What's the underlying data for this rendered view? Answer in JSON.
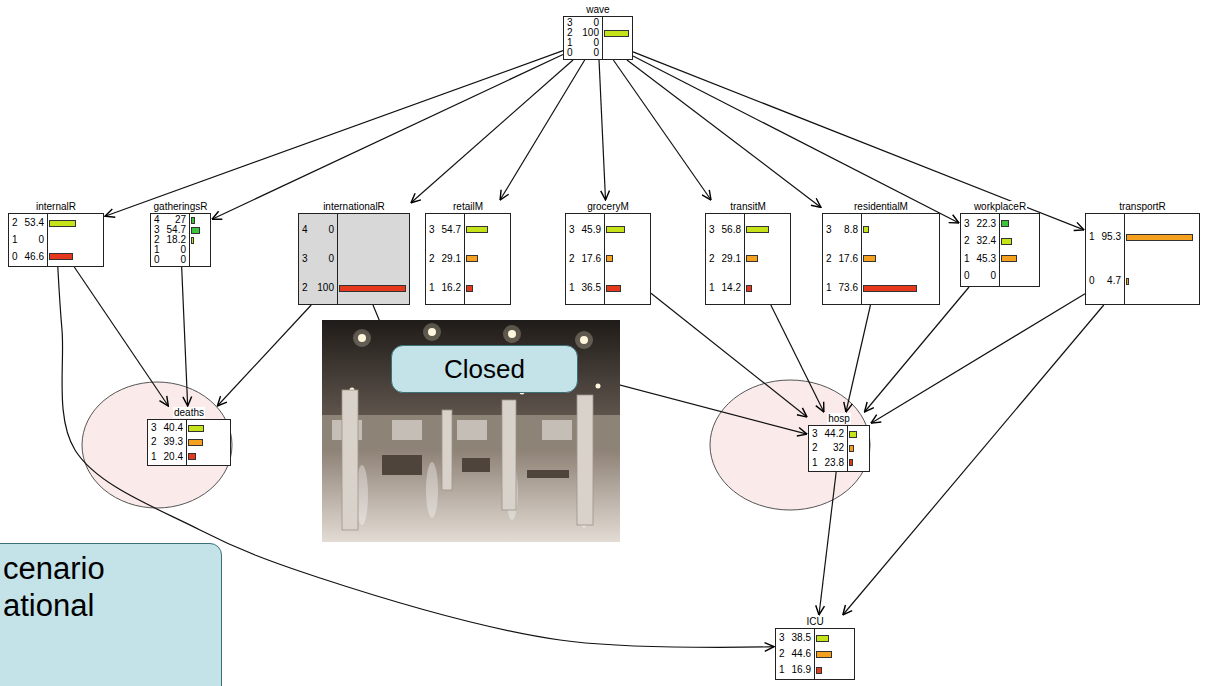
{
  "diagram": {
    "nodes": [
      {
        "text": [
          "wave",
          "3",
          "0",
          "2",
          "100",
          "1",
          "0",
          "0",
          "0"
        ]
      },
      {
        "text": [
          "internalR",
          "2",
          "53.4",
          "1",
          "0",
          "0",
          "46.6"
        ]
      },
      {
        "text": [
          "gatheringsR",
          "4",
          "27",
          "3",
          "54.7",
          "2",
          "18.2",
          "1",
          "0",
          "0",
          "0"
        ]
      },
      {
        "text": [
          "internationalR",
          "4",
          "0",
          "3",
          "0",
          "2",
          "100"
        ]
      },
      {
        "text": [
          "retailM",
          "3",
          "54.7",
          "2",
          "29.1",
          "1",
          "16.2"
        ]
      },
      {
        "text": [
          "groceryM",
          "3",
          "45.9",
          "2",
          "17.6",
          "1",
          "36.5"
        ]
      },
      {
        "text": [
          "transitM",
          "3",
          "56.8",
          "2",
          "29.1",
          "1",
          "14.2"
        ]
      },
      {
        "text": [
          "residentialM",
          "3",
          "8.8",
          "2",
          "17.6",
          "1",
          "73.6"
        ]
      },
      {
        "text": [
          "workplaceR",
          "3",
          "22.3",
          "2",
          "32.4",
          "1",
          "45.3",
          "0",
          "0"
        ]
      },
      {
        "text": [
          "transportR",
          "1",
          "95.3",
          "0",
          "4.7"
        ]
      },
      {
        "text": [
          "deaths",
          "3",
          "40.4",
          "2",
          "39.3",
          "1",
          "20.4"
        ]
      },
      {
        "text": [
          "hosp",
          "3",
          "44.2",
          "2",
          "32",
          "1",
          "23.8"
        ]
      },
      {
        "text": [
          "ICU",
          "3",
          "38.5",
          "2",
          "44.6",
          "1",
          "16.9"
        ]
      },
      {
        "text": [
          "Closed"
        ]
      },
      {
        "text": [
          "cenario ational"
        ]
      }
    ],
    "edges": [
      {
        "from": 0,
        "to": 1,
        "arrow": "to"
      },
      {
        "from": 0,
        "to": 2,
        "arrow": "to"
      },
      {
        "from": 0,
        "to": 3,
        "arrow": "to"
      },
      {
        "from": 0,
        "to": 4,
        "arrow": "to"
      },
      {
        "from": 0,
        "to": 5,
        "arrow": "to"
      },
      {
        "from": 0,
        "to": 6,
        "arrow": "to"
      },
      {
        "from": 0,
        "to": 7,
        "arrow": "to"
      },
      {
        "from": 0,
        "to": 8,
        "arrow": "to"
      },
      {
        "from": 0,
        "to": 9,
        "arrow": "to"
      },
      {
        "from": 1,
        "to": 10,
        "arrow": "to"
      },
      {
        "from": 1,
        "to": 12,
        "arrow": "to"
      },
      {
        "from": 2,
        "to": 10,
        "arrow": "to"
      },
      {
        "from": 3,
        "to": 10,
        "arrow": "to"
      },
      {
        "from": 3,
        "to": 11,
        "arrow": "to"
      },
      {
        "from": 5,
        "to": 11,
        "arrow": "to"
      },
      {
        "from": 6,
        "to": 11,
        "arrow": "to"
      },
      {
        "from": 7,
        "to": 11,
        "arrow": "to"
      },
      {
        "from": 8,
        "to": 11,
        "arrow": "to"
      },
      {
        "from": 9,
        "to": 11,
        "arrow": "to"
      },
      {
        "from": 9,
        "to": 12,
        "arrow": "to"
      },
      {
        "from": 11,
        "to": 12,
        "arrow": "to"
      }
    ]
  }
}
